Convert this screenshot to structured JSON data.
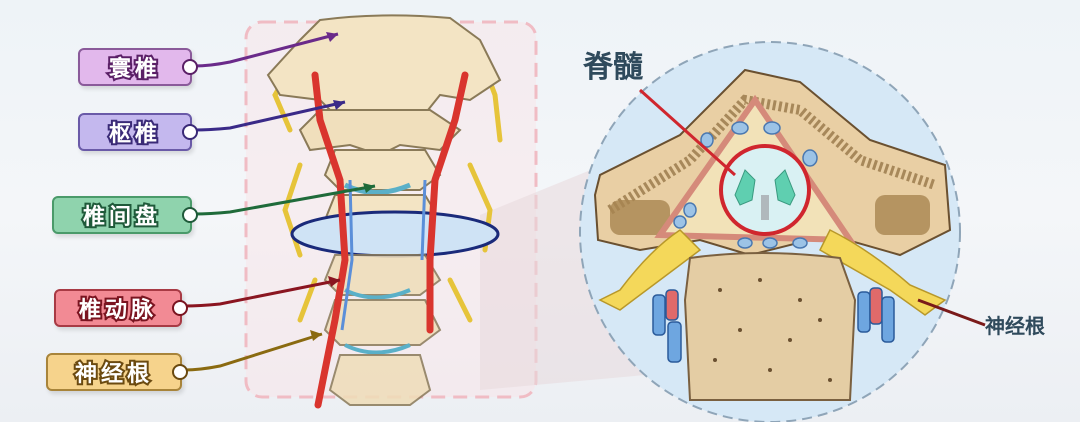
{
  "diagram": {
    "left_labels": [
      {
        "text": "寰椎",
        "bg": "#e2b8ec",
        "stroke": "#5a1f66",
        "line": "#6a2a8a"
      },
      {
        "text": "枢椎",
        "bg": "#c4b8ee",
        "stroke": "#3a2a77",
        "line": "#3a2a88"
      },
      {
        "text": "椎间盘",
        "bg": "#8fd3ad",
        "stroke": "#1f5a3a",
        "line": "#1f6b3a"
      },
      {
        "text": "椎动脉",
        "bg": "#f28a94",
        "stroke": "#7a1420",
        "line": "#8a1520"
      },
      {
        "text": "神经根",
        "bg": "#f6d38c",
        "stroke": "#6b4a10",
        "line": "#8a6a10"
      }
    ],
    "cross_section_labels": {
      "spinal_cord": "脊髓",
      "nerve_root": "神经根"
    },
    "colors": {
      "bone": "#f3e4c4",
      "bone_outline": "#8a7a58",
      "artery": "#d9352e",
      "vein": "#5b8fd9",
      "nerve": "#f4d85a",
      "disc": "#a9d6e0",
      "cut_plane": "#cfe3f5",
      "cut_plane_outline": "#1a2a7a",
      "highlight_circle": "#d0262e",
      "cross_section_bg": "#d8e9f6",
      "pink_frame": "#f3c7cc"
    }
  }
}
